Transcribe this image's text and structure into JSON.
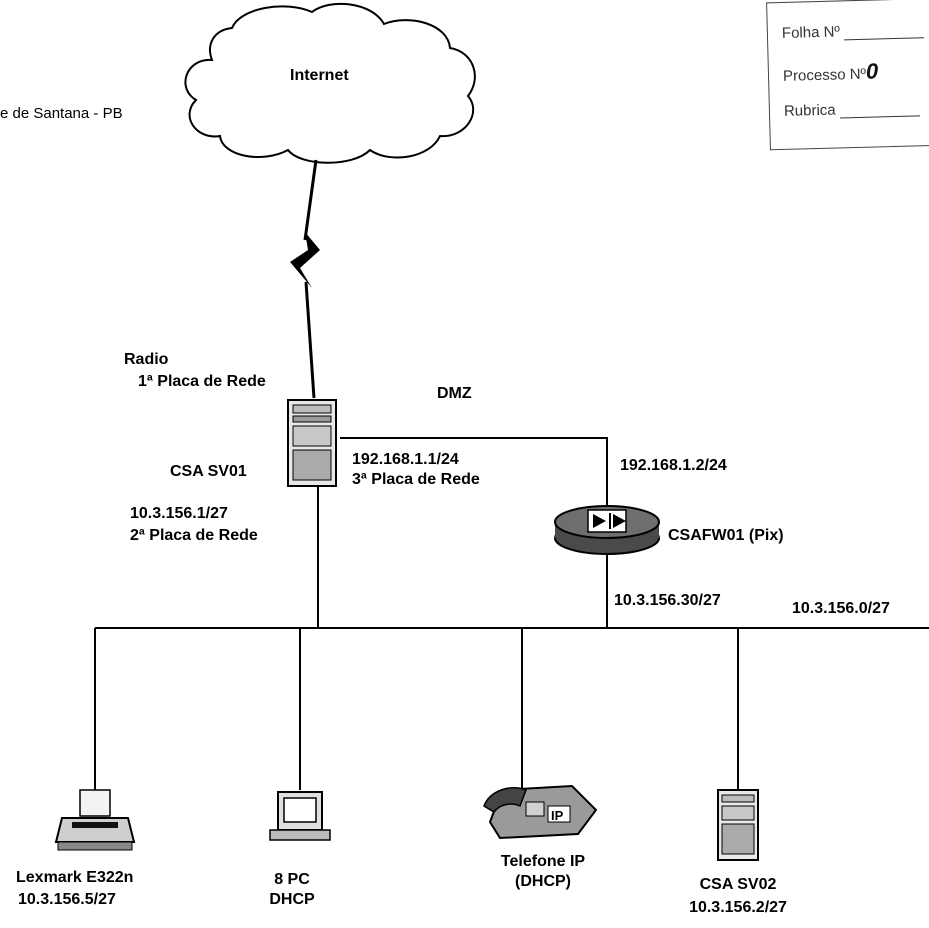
{
  "stamp": {
    "folha": "Folha Nº",
    "processo": "Processo Nº",
    "processo_value": "0",
    "rubrica": "Rubrica"
  },
  "location_text": "e de Santana - PB",
  "nodes": {
    "internet": "Internet",
    "radio": "Radio",
    "nic1": "1ª Placa de Rede",
    "dmz": "DMZ",
    "server1_name": "CSA SV01",
    "nic3_ip": "192.168.1.1/24",
    "nic3": "3ª Placa de Rede",
    "fw_ip_dmz": "192.168.1.2/24",
    "nic2_ip": "10.3.156.1/27",
    "nic2": "2ª Placa de Rede",
    "fw_name": "CSAFW01 (Pix)",
    "fw_ip_lan": "10.3.156.30/27",
    "network": "10.3.156.0/27",
    "printer_name": "Lexmark E322n",
    "printer_ip": "10.3.156.5/27",
    "pc_name": "8 PC",
    "pc_dhcp": "DHCP",
    "phone_name": "Telefone IP",
    "phone_dhcp": "(DHCP)",
    "server2_name": "CSA SV02",
    "server2_ip": "10.3.156.2/27"
  }
}
